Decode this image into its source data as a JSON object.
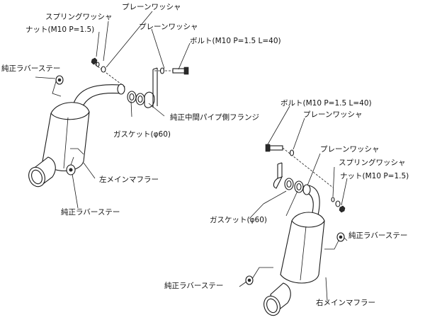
{
  "labels": {
    "left": {
      "spring_washer": "スプリングワッシャ",
      "nut": "ナット(M10 P=1.5)",
      "plain_washer_1": "プレーンワッシャ",
      "plain_washer_2": "プレーンワッシャ",
      "bolt": "ボルト(M10 P=1.5 L=40)",
      "rubber_stay_top": "純正ラバーステー",
      "mid_pipe_flange": "純正中間パイプ側フランジ",
      "gasket": "ガスケット(φ60)",
      "main_muffler": "左メインマフラー",
      "rubber_stay_bottom": "純正ラバーステー"
    },
    "right": {
      "bolt": "ボルト(M10 P=1.5 L=40)",
      "plain_washer_1": "プレーンワッシャ",
      "plain_washer_2": "プレーンワッシャ",
      "spring_washer": "スプリングワッシャ",
      "nut": "ナット(M10 P=1.5)",
      "gasket": "ガスケット(φ60)",
      "rubber_stay_top": "純正ラバーステー",
      "rubber_stay_bottom": "純正ラバーステー",
      "main_muffler": "右メインマフラー"
    }
  }
}
